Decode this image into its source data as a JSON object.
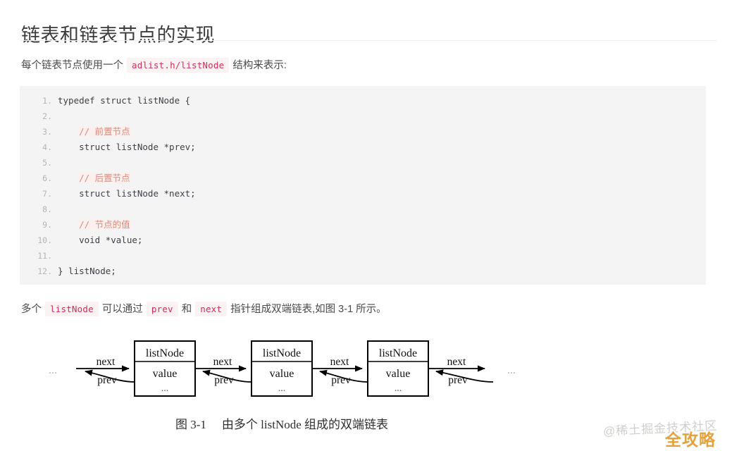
{
  "document": {
    "title": "链表和链表节点的实现"
  },
  "intro": {
    "before": "每个链表节点使用一个",
    "code": "adlist.h/listNode",
    "after": "结构来表示:"
  },
  "code_block": {
    "lines": [
      {
        "no": "1.",
        "text": "typedef struct listNode {",
        "comment": ""
      },
      {
        "no": "2.",
        "text": "",
        "comment": ""
      },
      {
        "no": "3.",
        "text": "    ",
        "comment": "// 前置节点"
      },
      {
        "no": "4.",
        "text": "    struct listNode *prev;",
        "comment": ""
      },
      {
        "no": "5.",
        "text": "",
        "comment": ""
      },
      {
        "no": "6.",
        "text": "    ",
        "comment": "// 后置节点"
      },
      {
        "no": "7.",
        "text": "    struct listNode *next;",
        "comment": ""
      },
      {
        "no": "8.",
        "text": "",
        "comment": ""
      },
      {
        "no": "9.",
        "text": "    ",
        "comment": "// 节点的值"
      },
      {
        "no": "10.",
        "text": "    void *value;",
        "comment": ""
      },
      {
        "no": "11.",
        "text": "",
        "comment": ""
      },
      {
        "no": "12.",
        "text": "} listNode;",
        "comment": ""
      }
    ]
  },
  "paragraph_2": {
    "p1": "多个",
    "code1": "listNode",
    "p2": "可以通过",
    "code2": "prev",
    "p3": "和",
    "code3": "next",
    "p4": "指针组成双端链表,如图 3-1 所示。"
  },
  "diagram": {
    "ellipsis_left": "...",
    "ellipsis_right": "...",
    "nodes": [
      {
        "header": "listNode",
        "field": "value",
        "more": "..."
      },
      {
        "header": "listNode",
        "field": "value",
        "more": "..."
      },
      {
        "header": "listNode",
        "field": "value",
        "more": "..."
      }
    ],
    "arrows": [
      {
        "next": "next",
        "prev": "prev"
      },
      {
        "next": "next",
        "prev": "prev"
      },
      {
        "next": "next",
        "prev": "prev"
      },
      {
        "next": "next",
        "prev": "prev"
      }
    ]
  },
  "caption": {
    "number": "图 3-1",
    "text": "由多个 listNode 组成的双端链表"
  },
  "watermarks": {
    "gray": "@稀土掘金技术社区",
    "orange": "全攻略"
  },
  "colors": {
    "inline_code_text": "#c7325a",
    "inline_code_bg": "#fbf2f4",
    "code_block_bg": "#f4f4f4",
    "comment": "#d98b7f",
    "watermark_orange": "#e3a23c",
    "watermark_gray": "#c9c6c2"
  }
}
